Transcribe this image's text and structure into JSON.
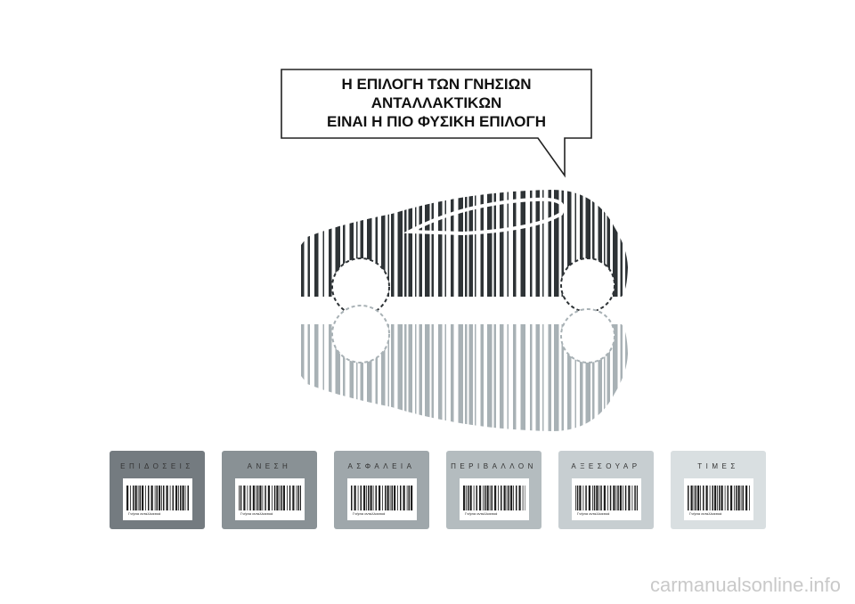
{
  "headline": {
    "lines": [
      "Η ΕΠΙΛΟΓΗ ΤΩΝ ΓΝΗΣΙΩΝ",
      "ΑΝΤΑΛΛΑΚΤΙΚΩΝ",
      "ΕΙΝΑΙ Η ΠΙΟ ΦΥΣΙΚΗ ΕΠΙΛΟΓΗ"
    ]
  },
  "categories": [
    {
      "label": "ΕΠΙΔΟΣΕΙΣ",
      "color": "#747b80"
    },
    {
      "label": "ΑΝΕΣΗ",
      "color": "#899195"
    },
    {
      "label": "ΑΣΦΑΛΕΙΑ",
      "color": "#9fa7ab"
    },
    {
      "label": "ΠΕΡΙΒΑΛΛΟΝ",
      "color": "#b4bcbf"
    },
    {
      "label": "ΑΞΕΣΟΥΑΡ",
      "color": "#c7ced1"
    },
    {
      "label": "ΤΙΜΕΣ",
      "color": "#d9dfe1"
    }
  ],
  "sticker_text": "Γνήσια ανταλλακτικά",
  "watermark": "carmanualsonline.info",
  "colors": {
    "car": "#2e3336",
    "reflection": "#a8b1b5"
  }
}
